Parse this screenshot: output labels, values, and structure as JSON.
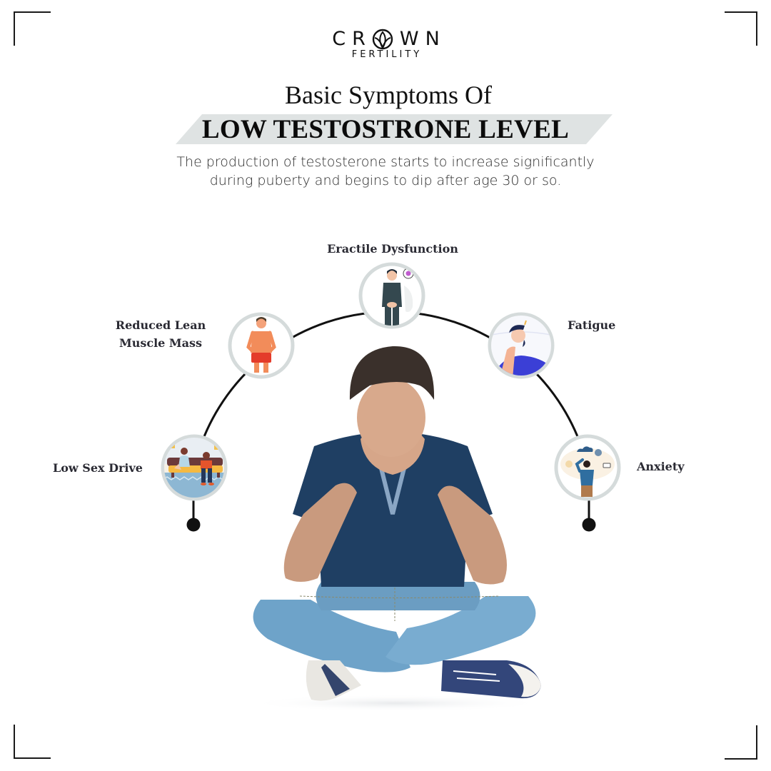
{
  "logo": {
    "brand_name": "CROWN",
    "brand_letters": [
      "C",
      "R",
      "✿",
      "W",
      "N"
    ],
    "tagline": "FERTILITY",
    "icon": "lotus-crown-icon"
  },
  "header": {
    "title_line1": "Basic Symptoms Of",
    "title_line2": "LOW TESTOSTRONE LEVEL",
    "banner_color": "#dfe3e3"
  },
  "intro": {
    "line1": "The production of testosterone starts to increase significantly",
    "line2": "during puberty and begins to dip after age 30 or so."
  },
  "symptoms": [
    {
      "label": "Low Sex Drive",
      "icon": "couple-on-sofa-icon"
    },
    {
      "label_line1": "Reduced Lean",
      "label_line2": "Muscle Mass",
      "icon": "man-in-shorts-icon"
    },
    {
      "label": "Eractile Dysfunction",
      "icon": "man-covering-groin-icon"
    },
    {
      "label": "Fatigue",
      "icon": "tired-man-icon"
    },
    {
      "label": "Anxiety",
      "icon": "stressed-man-icon"
    }
  ],
  "colors": {
    "text_dark": "#2a2a33",
    "ring": "#d5dbdb",
    "arc": "#111111",
    "shirt": "#1f3f63",
    "jeans": "#6ea3c9"
  }
}
